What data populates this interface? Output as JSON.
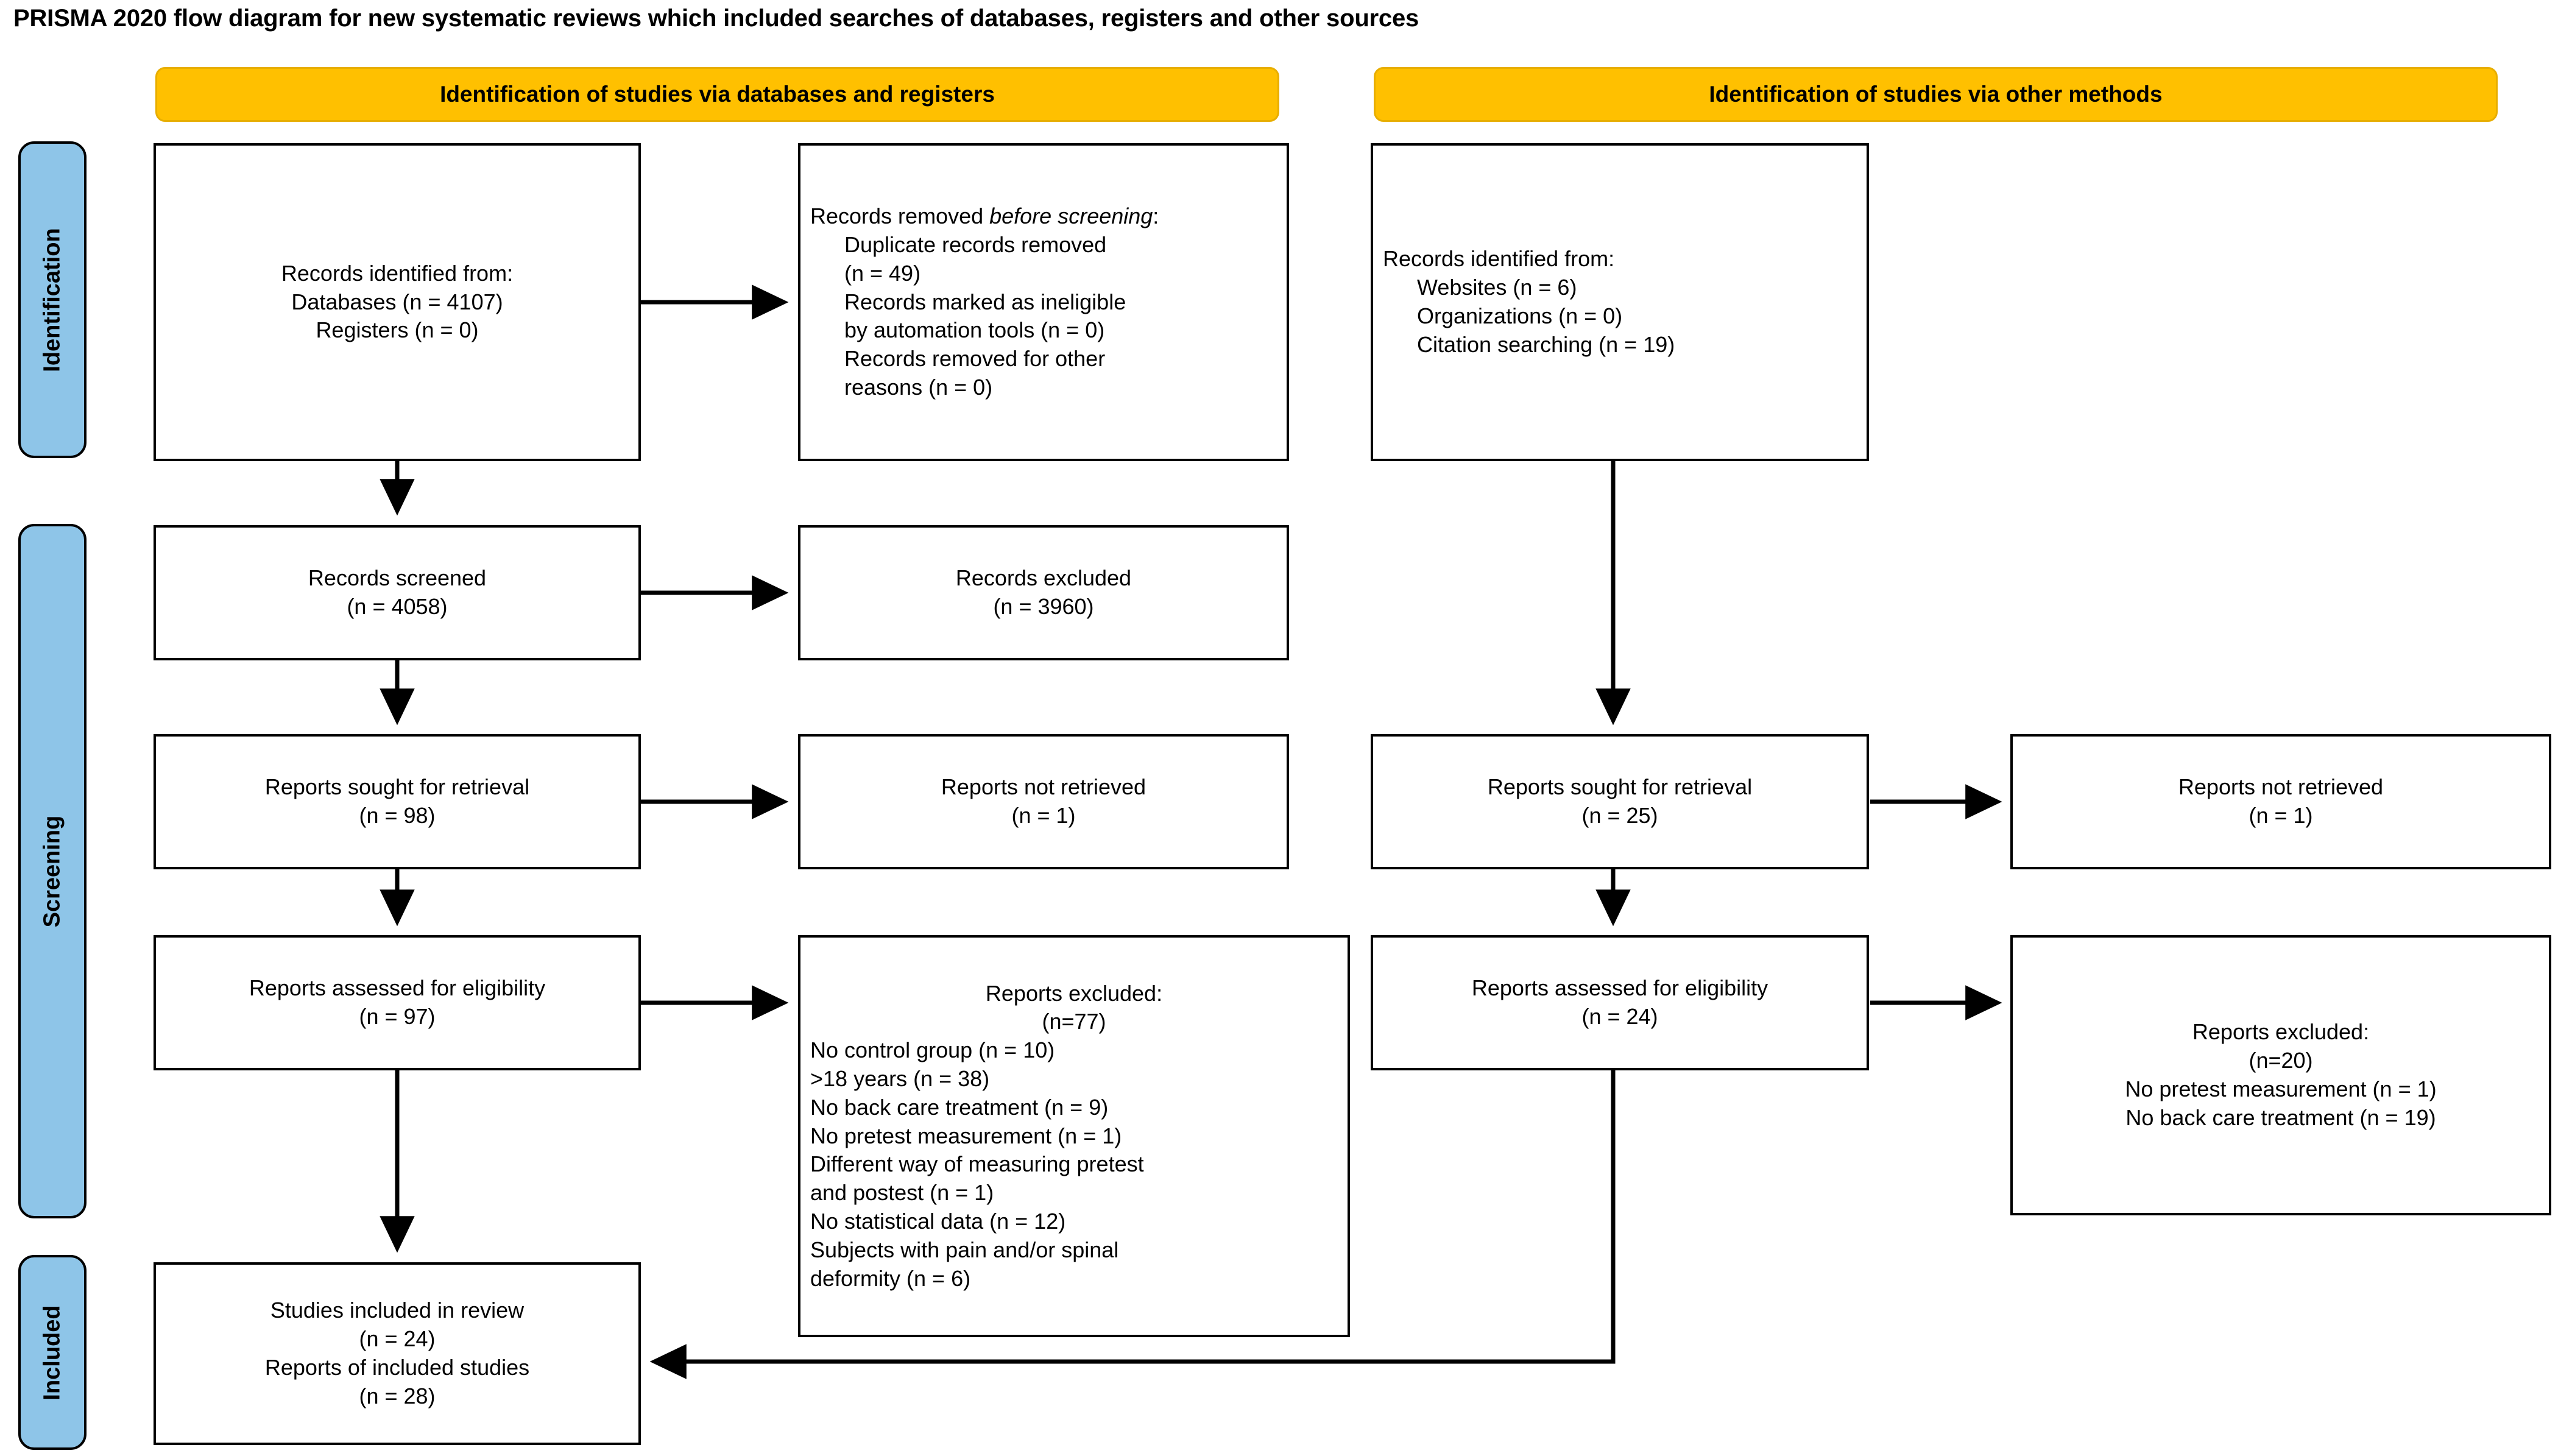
{
  "title": "PRISMA 2020 flow diagram for new systematic reviews which included searches of databases, registers and other sources",
  "colors": {
    "band_fill": "#8ec5e8",
    "header_fill": "#ffc000",
    "box_border": "#000000",
    "box_fill": "#ffffff"
  },
  "bands": [
    {
      "label": "Identification"
    },
    {
      "label": "Screening"
    },
    {
      "label": "Included"
    }
  ],
  "headers": [
    {
      "label": "Identification of studies via databases and registers"
    },
    {
      "label": "Identification of studies via other methods"
    }
  ],
  "boxes": {
    "records_identified": {
      "lines": [
        "Records identified from:",
        "Databases (n = 4107)",
        "Registers (n = 0)"
      ]
    },
    "records_removed": {
      "title_a": "Records removed ",
      "title_b": "before screening",
      "title_c": ":",
      "lines": [
        "Duplicate records removed",
        "(n = 49)",
        "Records marked as ineligible",
        "by automation tools (n = 0)",
        "Records removed for other",
        "reasons (n = 0)"
      ]
    },
    "records_screened": {
      "lines": [
        "Records screened",
        "(n = 4058)"
      ]
    },
    "records_excluded": {
      "lines": [
        "Records excluded",
        "(n = 3960)"
      ]
    },
    "reports_sought_db": {
      "lines": [
        "Reports sought for retrieval",
        "(n = 98)"
      ]
    },
    "reports_not_retrieved_db": {
      "lines": [
        "Reports not retrieved",
        "(n = 1)"
      ]
    },
    "reports_assessed_db": {
      "lines": [
        "Reports assessed for eligibility",
        "(n = 97)"
      ]
    },
    "reports_excluded_db": {
      "lines": [
        "Reports excluded:",
        "(n=77)",
        "No control group (n = 10)",
        ">18 years (n = 38)",
        "No back care treatment (n = 9)",
        "No pretest measurement (n = 1)",
        "Different way of measuring pretest",
        "and postest (n = 1)",
        "No statistical data (n = 12)",
        "Subjects with pain and/or spinal",
        "deformity (n = 6)"
      ]
    },
    "studies_included": {
      "lines": [
        "Studies included in review",
        "(n = 24)",
        "Reports of included studies",
        "(n = 28)"
      ]
    },
    "records_identified_other": {
      "lines": [
        "Records identified from:",
        "Websites (n = 6)",
        "Organizations (n = 0)",
        "Citation searching (n = 19)"
      ]
    },
    "reports_sought_other": {
      "lines": [
        "Reports sought for retrieval",
        "(n = 25)"
      ]
    },
    "reports_not_retrieved_other": {
      "lines": [
        "Reports not retrieved",
        "(n = 1)"
      ]
    },
    "reports_assessed_other": {
      "lines": [
        "Reports assessed for eligibility",
        "(n = 24)"
      ]
    },
    "reports_excluded_other": {
      "lines": [
        "Reports excluded:",
        "(n=20)",
        "No pretest measurement (n = 1)",
        "No back care treatment (n = 19)"
      ]
    }
  }
}
